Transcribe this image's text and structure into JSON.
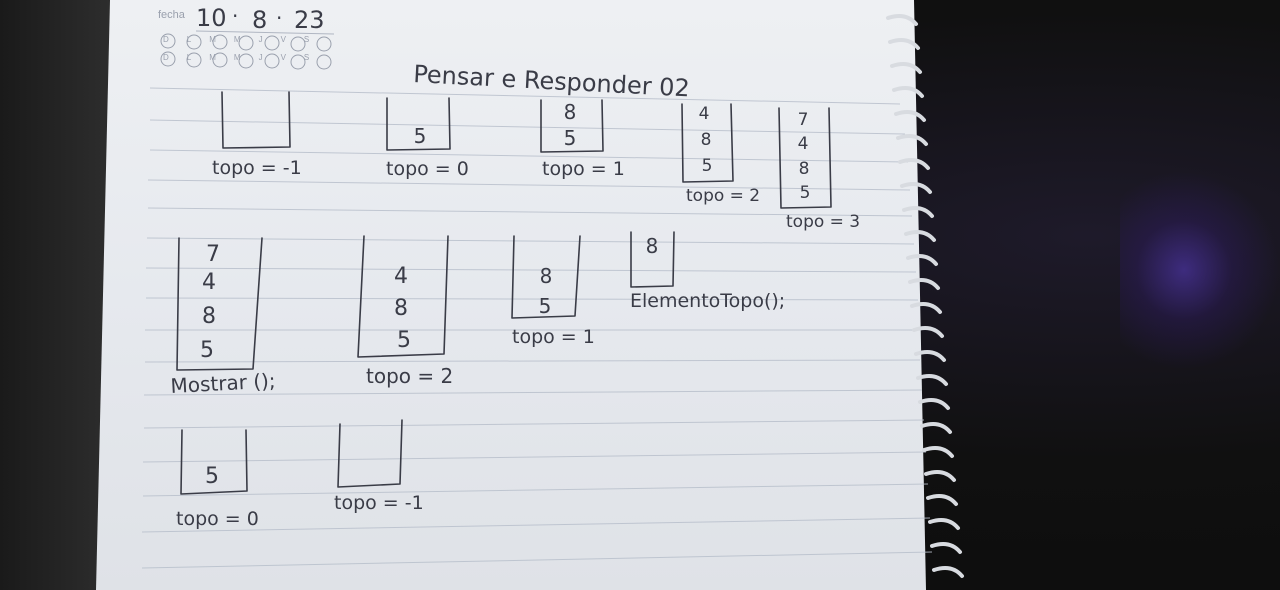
{
  "notebook": {
    "date": {
      "label": "fecha",
      "day": "10",
      "month": "8",
      "year": "23",
      "separator": "·"
    },
    "weekday_circles_top": [
      "D",
      "L",
      "M",
      "M",
      "J",
      "V",
      "S"
    ],
    "weekday_circles_bottom": [
      "D",
      "L",
      "M",
      "M",
      "J",
      "V",
      "S"
    ],
    "title": "Pensar e Responder 02"
  },
  "stacks_row1": [
    {
      "elements": [],
      "caption": "topo = -1"
    },
    {
      "elements": [
        "5"
      ],
      "caption": "topo = 0"
    },
    {
      "elements": [
        "8",
        "5"
      ],
      "caption": "topo = 1"
    },
    {
      "elements": [
        "4",
        "8",
        "5"
      ],
      "caption": "topo = 2"
    },
    {
      "elements": [
        "7",
        "4",
        "8",
        "5"
      ],
      "caption": "topo = 3"
    }
  ],
  "stacks_row2": [
    {
      "elements": [
        "7",
        "4",
        "8",
        "5"
      ],
      "caption": "Mostrar ();"
    },
    {
      "elements": [
        "4",
        "8",
        "5"
      ],
      "caption": "topo = 2"
    },
    {
      "elements": [
        "8",
        "5"
      ],
      "caption": "topo = 1"
    },
    {
      "elements": [
        "8"
      ],
      "caption": "ElementoTopo();"
    }
  ],
  "stacks_row3": [
    {
      "elements": [
        "5"
      ],
      "caption": "topo = 0"
    },
    {
      "elements": [],
      "caption": "topo = -1"
    }
  ]
}
